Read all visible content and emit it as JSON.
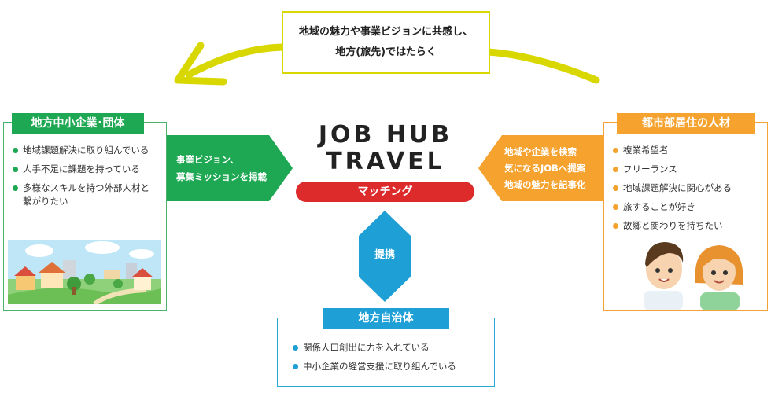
{
  "top_message": {
    "line1": "地域の魅力や事業ビジョンに共感し、",
    "line2": "地方(旅先)ではたらく"
  },
  "brand": {
    "line1": "JOB HUB",
    "line2": "TRAVEL"
  },
  "matching_label": "マッチング",
  "cooperation_label": "提携",
  "left_panel": {
    "title": "地方中小企業･団体",
    "items": [
      "地域課題解決に取り組んでいる",
      "人手不足に課題を持っている",
      "多様なスキルを持つ外部人材と",
      "繋がりたい"
    ]
  },
  "left_arrow": {
    "line1": "事業ビジョン、",
    "line2": "募集ミッションを掲載"
  },
  "right_panel": {
    "title": "都市部居住の人材",
    "items": [
      "複業希望者",
      "フリーランス",
      "地域課題解決に関心がある",
      "旅することが好き",
      "故郷と関わりを持ちたい"
    ]
  },
  "right_arrow": {
    "line1": "地域や企業を検索",
    "line2": "気になるJOBへ提案",
    "line3": "地域の魅力を記事化"
  },
  "bottom_panel": {
    "title": "地方自治体",
    "items": [
      "関係人口創出に力を入れている",
      "中小企業の経営支援に取り組んでいる"
    ]
  },
  "colors": {
    "green": "#1fa853",
    "orange": "#f5a22f",
    "blue": "#1e9fd6",
    "red": "#dd2a2a",
    "yellow": "#d9d700"
  }
}
